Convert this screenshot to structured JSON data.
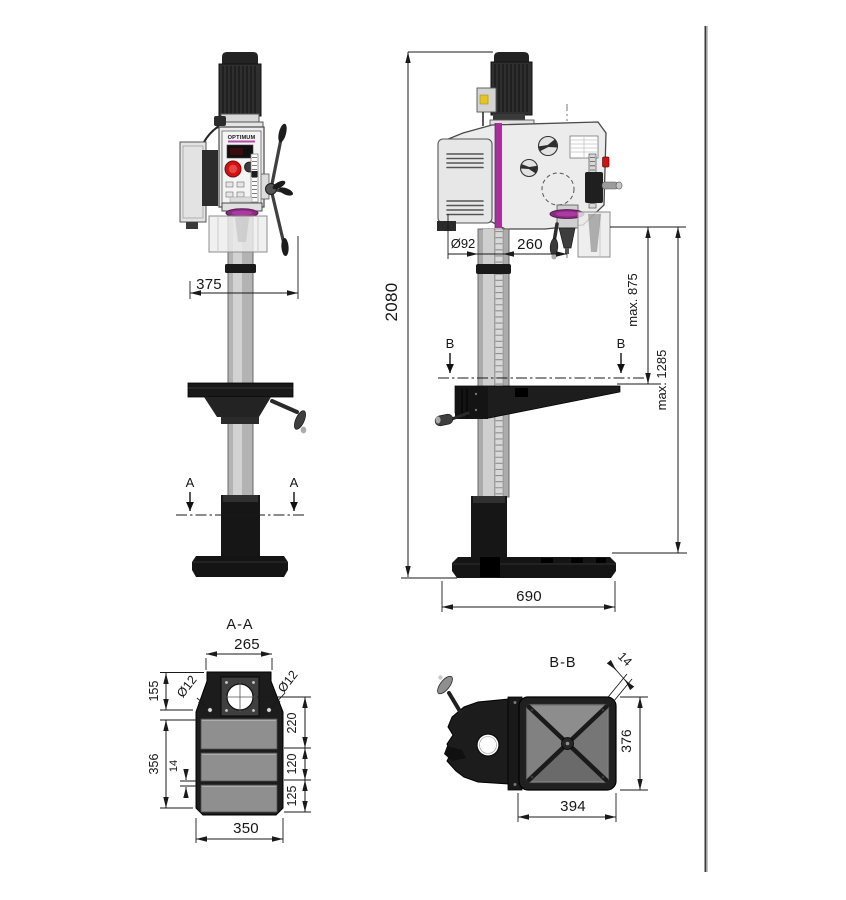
{
  "machine": {
    "brand": "OPTIMUM"
  },
  "front_view": {
    "dim_width": "375",
    "section_marker_left": "A",
    "section_marker_right": "A"
  },
  "side_view": {
    "dim_total_height": "2080",
    "dim_column_diameter": "Ø92",
    "dim_throat": "260",
    "dim_spindle_to_table_max": "max. 875",
    "dim_spindle_to_base_max": "max. 1285",
    "dim_base_depth": "690",
    "section_marker_left": "B",
    "section_marker_right": "B"
  },
  "section_aa": {
    "title": "A-A",
    "dim_top_width": "265",
    "dim_hole_left": "Ø12",
    "dim_hole_right": "Ø12",
    "dim_side_upper": "155",
    "dim_side_lower": "356",
    "dim_slot": "14",
    "dim_right_upper": "220",
    "dim_right_middle": "120",
    "dim_right_lower": "125",
    "dim_bottom_width": "350"
  },
  "section_bb": {
    "title": "B-B",
    "dim_slot": "14",
    "dim_depth": "376",
    "dim_width": "394"
  },
  "colors": {
    "accent": "#a8309c",
    "guard_ring": "#8d2a84",
    "estop_red": "#cf1212",
    "label_yellow": "#e7c51f"
  }
}
